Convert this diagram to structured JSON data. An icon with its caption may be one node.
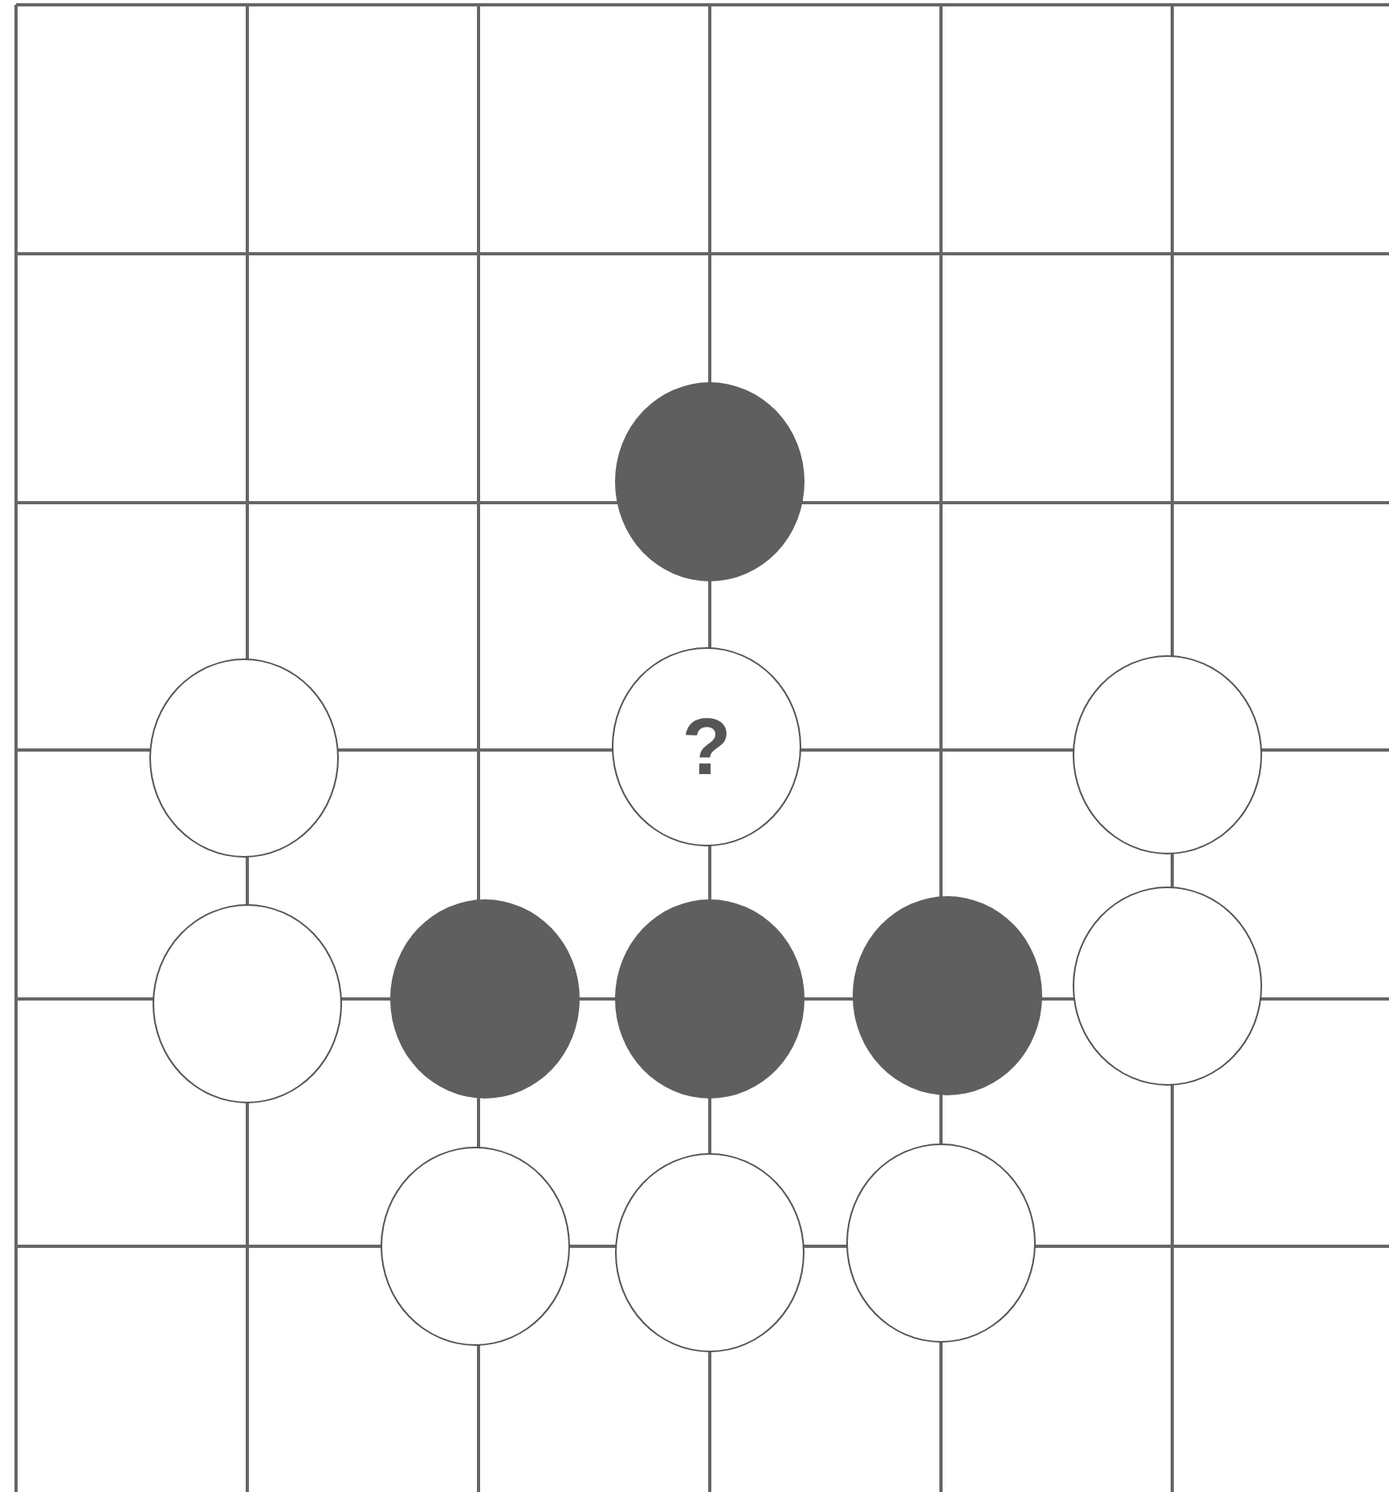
{
  "diagram": {
    "nodes": [
      {
        "text": [],
        "shape": "circle"
      },
      {
        "text": [],
        "shape": "circle"
      },
      {
        "text": [
          "?"
        ]
      },
      {
        "text": [],
        "shape": "circle"
      },
      {
        "text": [],
        "shape": "circle"
      },
      {
        "text": [],
        "shape": "circle"
      },
      {
        "text": [],
        "shape": "circle"
      },
      {
        "text": [],
        "shape": "circle"
      },
      {
        "text": [],
        "shape": "circle"
      },
      {
        "text": [],
        "shape": "circle"
      },
      {
        "text": [],
        "shape": "circle"
      },
      {
        "text": [],
        "shape": "circle"
      }
    ]
  }
}
